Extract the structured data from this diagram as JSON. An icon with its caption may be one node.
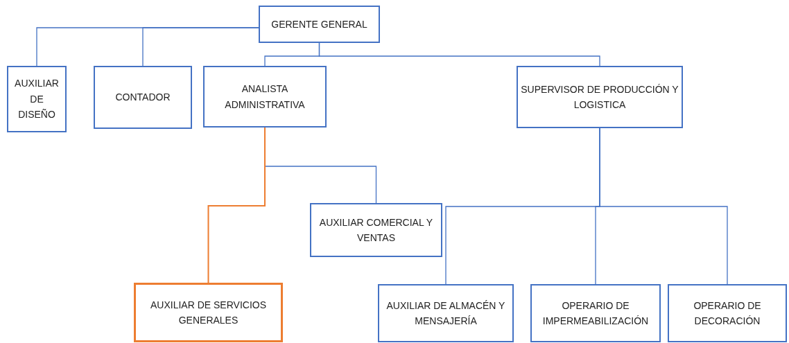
{
  "diagram": {
    "nodes": [
      {
        "text": [
          "GERENTE GENERAL"
        ]
      },
      {
        "text": [
          "AUXILIAR DE DISEÑO"
        ]
      },
      {
        "text": [
          "CONTADOR"
        ]
      },
      {
        "text": [
          "ANALISTA ADMINISTRATIVA"
        ]
      },
      {
        "text": [
          "SUPERVISOR DE PRODUCCIÓN Y LOGISTICA"
        ]
      },
      {
        "text": [
          "AUXILIAR COMERCIAL Y VENTAS"
        ]
      },
      {
        "text": [
          "AUXILIAR DE SERVICIOS GENERALES"
        ]
      },
      {
        "text": [
          "AUXILIAR DE ALMACÉN Y MENSAJERÍA"
        ]
      },
      {
        "text": [
          "OPERARIO DE IMPERMEABILIZACIÓN"
        ]
      },
      {
        "text": [
          "OPERARIO DE DECORACIÓN"
        ]
      }
    ],
    "edges": [
      {
        "from": 0,
        "to": 1,
        "arrow": "none"
      },
      {
        "from": 0,
        "to": 2,
        "arrow": "none"
      },
      {
        "from": 0,
        "to": 3,
        "arrow": "none"
      },
      {
        "from": 0,
        "to": 4,
        "arrow": "none"
      },
      {
        "from": 3,
        "to": 5,
        "arrow": "none"
      },
      {
        "from": 3,
        "to": 6,
        "arrow": "none",
        "color": "#ed7d31"
      },
      {
        "from": 4,
        "to": 7,
        "arrow": "none"
      },
      {
        "from": 4,
        "to": 8,
        "arrow": "none"
      },
      {
        "from": 4,
        "to": 9,
        "arrow": "none"
      }
    ]
  }
}
